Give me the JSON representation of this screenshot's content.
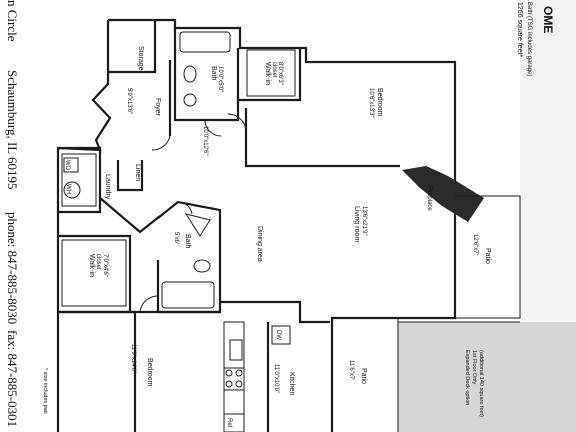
{
  "header": {
    "title_fragment": "OME",
    "subtitle_fragment": "Bath (TSG includes garage)",
    "sqft_fragment": "1266 square feet*",
    "size_note": "* size includes pati",
    "address_fragment": "n Circle",
    "city": "Schaumburg, IL 60195",
    "phone": "phone: 847-885-8030",
    "fax": "fax: 847-885-0301"
  },
  "rooms": {
    "storage": {
      "name": "Storage"
    },
    "walkin_top": {
      "name": "Walk-in",
      "sub": "closet",
      "dims": "8'0\"x6'3\""
    },
    "bath_top": {
      "name": "Bath",
      "dims": "10'0\"x5'0\""
    },
    "foyer": {
      "name": "Foyer",
      "dims": "5'9\"x13'6\""
    },
    "hall": {
      "dims": "10'0\"x12'6\""
    },
    "linen": {
      "name": "Linen"
    },
    "laundry": {
      "name": "Laundry",
      "wd": "WD",
      "wh": "WH"
    },
    "bath_mid": {
      "name": "Bath",
      "dims": "5'x6'"
    },
    "walkin_mid": {
      "name": "Walk-in",
      "sub": "closet",
      "dims": "7'0\"x4'6\""
    },
    "bedroom_top": {
      "name": "Bedroom",
      "dims": "10'6\"x13'3\""
    },
    "fireplace": {
      "name": "Fireplace"
    },
    "living": {
      "name": "Living room",
      "dims": "13'6\"x21'9\""
    },
    "dining": {
      "name": "Dining area"
    },
    "kitchen": {
      "name": "Kitchen",
      "dims": "11'0\"x10'0\"",
      "dw": "DW",
      "ref": "Ref"
    },
    "bedroom_bottom": {
      "name": "Bedroom",
      "dims": "11'9\"x14'0\""
    },
    "patio_right": {
      "name": "Patio",
      "dims": "12'6\"x7'"
    },
    "patio_bottom": {
      "name": "Patio",
      "dims": "11'6\"x7'"
    },
    "deck": {
      "line1": "Expanded Deck option",
      "line2": "1st Floor Only",
      "line3": "(additional 140 square feet)"
    }
  },
  "colors": {
    "wall": "#1a1a1a",
    "deck_fill": "#d6d6d6",
    "fireplace": "#2b2b2b"
  }
}
